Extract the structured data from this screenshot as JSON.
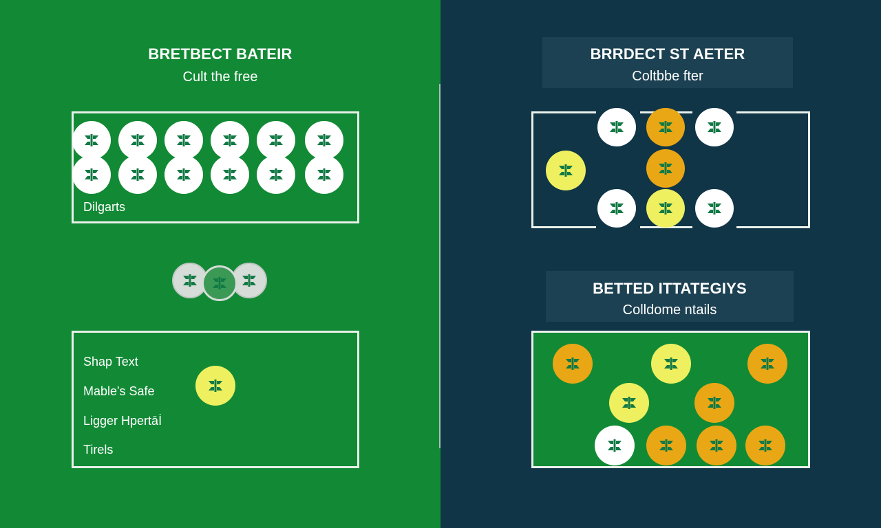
{
  "left": {
    "title": "BRETBECT BATEIR",
    "subtitle": "Cult the free",
    "box1_label": "Dilgarts",
    "list_items": [
      "Shap Text",
      "Mable's Safe",
      "Ligger Hpertāİ",
      "Tirels"
    ]
  },
  "right": {
    "title": "BRRDECT ST AETER",
    "subtitle": "Coltbbe fter",
    "section2_title": "BETTED ITTATEGIYS",
    "section2_subtitle": "Colldome ntails"
  },
  "colors": {
    "left_bg": "#128a35",
    "right_bg": "#103547",
    "chip_white": "#ffffff",
    "chip_yellow": "#eef060",
    "chip_orange": "#eaa715",
    "chip_mark": "#137a45"
  },
  "chip_icon": "clover-mark-icon"
}
